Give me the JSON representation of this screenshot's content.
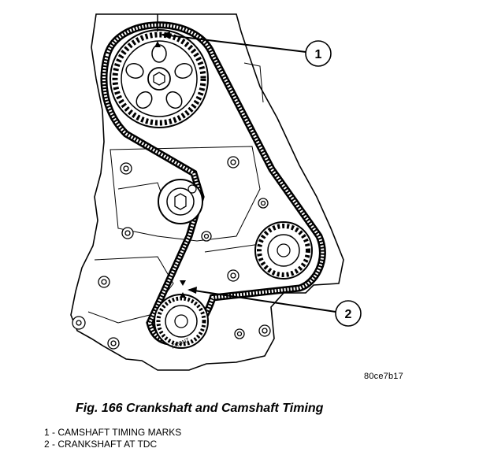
{
  "figure": {
    "code": "80ce7b17",
    "caption": "Fig. 166 Crankshaft and Camshaft Timing",
    "callouts": [
      {
        "number": "1"
      },
      {
        "number": "2"
      }
    ],
    "legend": [
      "1 - CAMSHAFT TIMING MARKS",
      "2 - CRANKSHAFT AT TDC"
    ],
    "sprocket_text": "FRONT"
  }
}
